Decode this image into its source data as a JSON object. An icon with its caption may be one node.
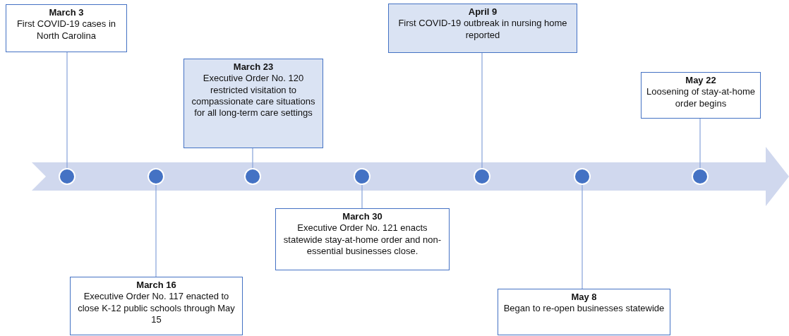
{
  "diagram": {
    "nodes": [
      {
        "text": [
          "March 3",
          "First COVID-19 cases in North Carolina"
        ]
      },
      {
        "text": [
          "March 16",
          "Executive Order No. 117 enacted to close K-12 public schools through May 15"
        ]
      },
      {
        "text": [
          "March 23",
          "Executive Order No. 120 restricted visitation to compassionate care situations for all long-term care settings"
        ]
      },
      {
        "text": [
          "March 30",
          "Executive Order No. 121 enacts statewide stay-at-home order and non-essential businesses close."
        ]
      },
      {
        "text": [
          "April 9",
          "First COVID-19 outbreak in nursing home reported"
        ]
      },
      {
        "text": [
          "May 8",
          "Began to re-open businesses statewide"
        ]
      },
      {
        "text": [
          "May 22",
          "Loosening of stay-at-home order begins"
        ]
      },
      {
        "text": [],
        "shape": "circle"
      },
      {
        "text": [],
        "shape": "circle"
      },
      {
        "text": [],
        "shape": "circle"
      },
      {
        "text": [],
        "shape": "circle"
      },
      {
        "text": [],
        "shape": "circle"
      },
      {
        "text": [],
        "shape": "circle"
      },
      {
        "text": [],
        "shape": "circle"
      }
    ],
    "edges": [
      {
        "from": 0,
        "to": 7,
        "arrow": "none"
      },
      {
        "from": 1,
        "to": 8,
        "arrow": "none"
      },
      {
        "from": 2,
        "to": 9,
        "arrow": "none"
      },
      {
        "from": 3,
        "to": 10,
        "arrow": "none"
      },
      {
        "from": 4,
        "to": 11,
        "arrow": "none"
      },
      {
        "from": 5,
        "to": 12,
        "arrow": "none"
      },
      {
        "from": 6,
        "to": 13,
        "arrow": "none"
      }
    ]
  }
}
